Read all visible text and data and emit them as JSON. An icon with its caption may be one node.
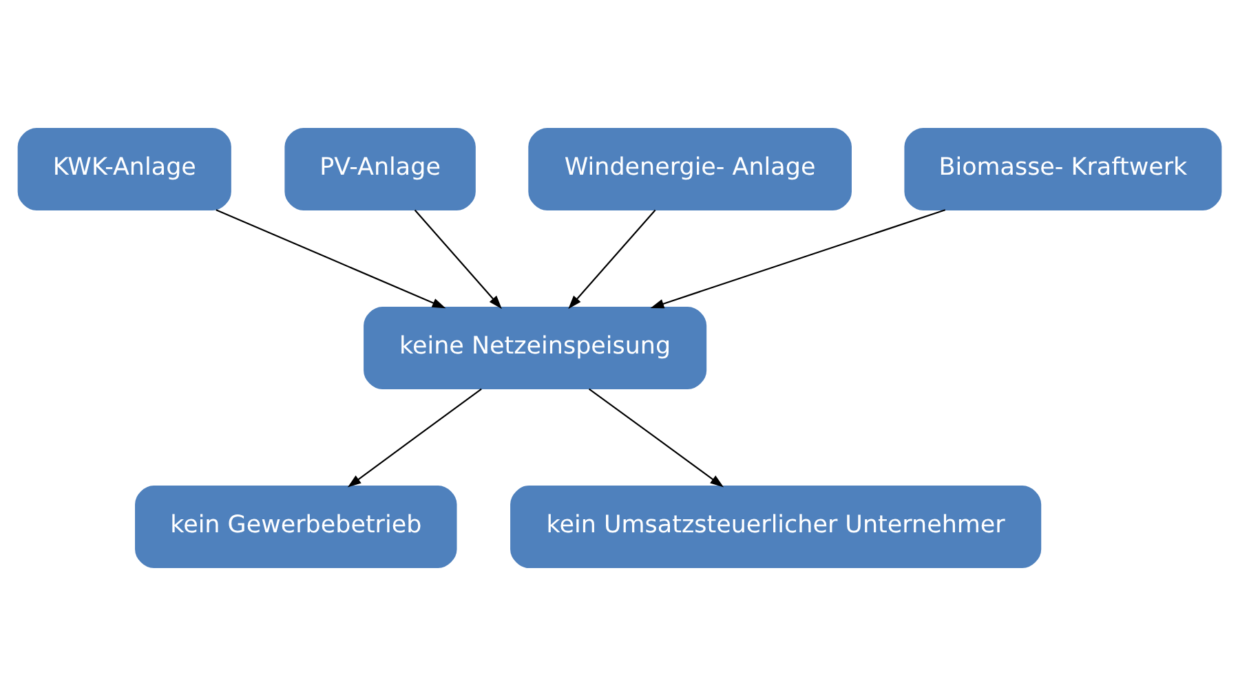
{
  "diagram": {
    "nodes": [
      {
        "text": [
          "KWK-Anlage"
        ]
      },
      {
        "text": [
          "PV-Anlage"
        ]
      },
      {
        "text": [
          "Windenergie- Anlage"
        ]
      },
      {
        "text": [
          "Biomasse- Kraftwerk"
        ]
      },
      {
        "text": [
          "keine Netzeinspeisung"
        ]
      },
      {
        "text": [
          "kein Gewerbebetrieb"
        ]
      },
      {
        "text": [
          "kein Umsatzsteuerlicher Unternehmer"
        ]
      }
    ],
    "edges": [
      {
        "from": 0,
        "to": 4,
        "arrow": "to"
      },
      {
        "from": 1,
        "to": 4,
        "arrow": "to"
      },
      {
        "from": 2,
        "to": 4,
        "arrow": "to"
      },
      {
        "from": 3,
        "to": 4,
        "arrow": "to"
      },
      {
        "from": 4,
        "to": 5,
        "arrow": "to"
      },
      {
        "from": 4,
        "to": 6,
        "arrow": "to"
      }
    ]
  }
}
